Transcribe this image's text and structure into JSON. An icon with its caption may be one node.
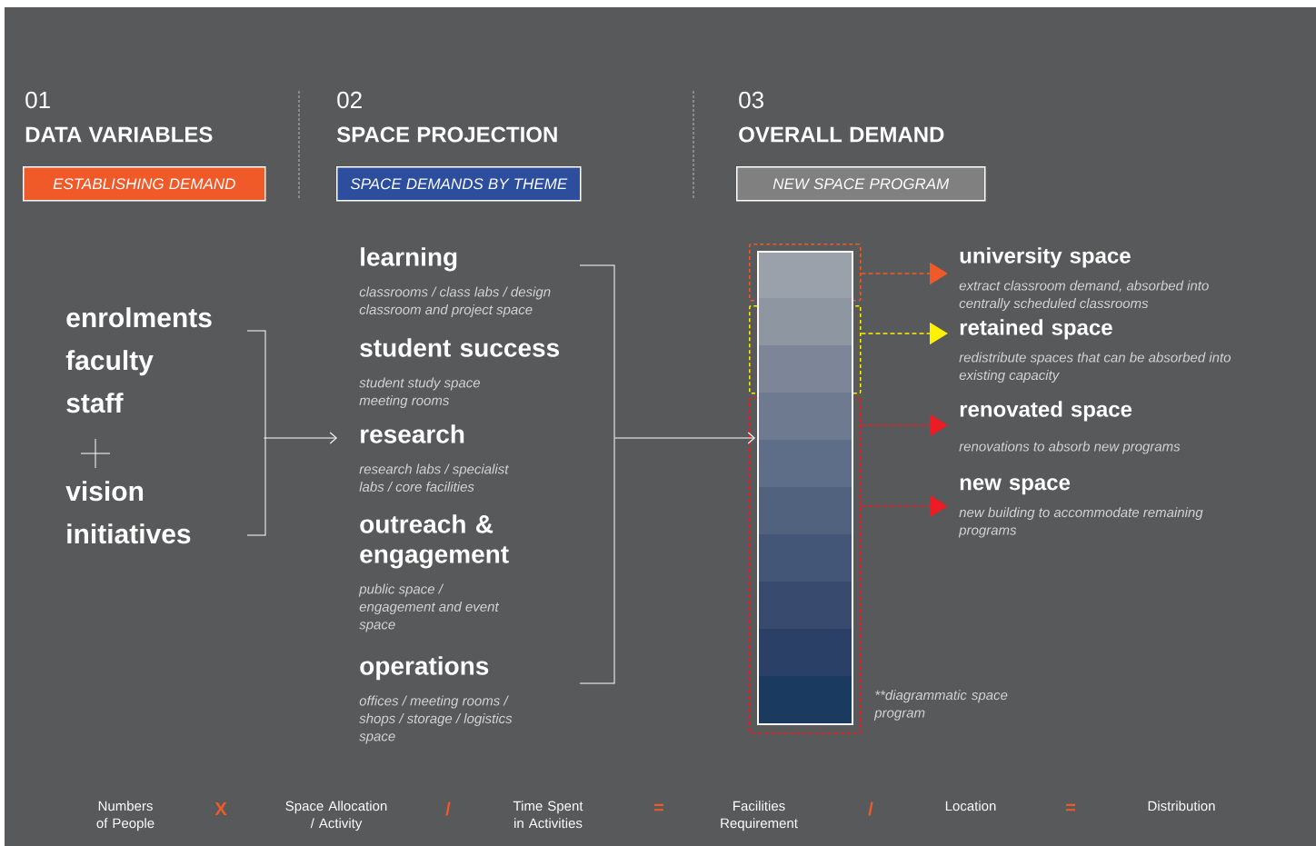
{
  "diagram": {
    "nodes": [
      {
        "text": [
          "ESTABLISHING DEMAND"
        ]
      },
      {
        "text": [
          "SPACE DEMANDS BY THEME"
        ]
      },
      {
        "text": [
          "NEW SPACE PROGRAM"
        ]
      },
      {
        "text": [
          "enrolments",
          "faculty",
          "staff",
          "vision initiatives"
        ]
      },
      {
        "text": [
          "learning",
          "classrooms / class labs / design classroom and project space"
        ]
      },
      {
        "text": [
          "student success",
          "student study space meeting rooms"
        ]
      },
      {
        "text": [
          "research",
          "research labs / specialist labs / core facilities"
        ]
      },
      {
        "text": [
          "outreach & engagement",
          "public space / engagement and event space"
        ]
      },
      {
        "text": [
          "operations",
          "offices / meeting rooms / shops / storage / logistics space"
        ]
      },
      {
        "text": [],
        "shape": "box"
      },
      {
        "text": [],
        "shape": "box"
      },
      {
        "text": [],
        "shape": "box"
      },
      {
        "text": [],
        "shape": "bar",
        "beside": [
          "**diagrammatic space program"
        ]
      },
      {
        "text": [
          "university space",
          "extract classroom demand, absorbed into centrally scheduled classrooms"
        ]
      },
      {
        "text": [
          "retained space",
          "redistribute spaces that can be absorbed into existing capacity"
        ]
      },
      {
        "text": [
          "renovated space",
          "renovations to absorb new programs"
        ]
      },
      {
        "text": [
          "new space",
          "new building to accommodate remaining programs"
        ]
      },
      {
        "text": [],
        "shape": "bracket"
      }
    ],
    "edges": [
      {
        "from": 3,
        "to": 6,
        "arrow": "to"
      },
      {
        "from": 17,
        "to": 12,
        "arrow": "to"
      },
      {
        "from": 9,
        "to": 13,
        "arrow": "to",
        "style": "dashed",
        "color": "#f05a28"
      },
      {
        "from": 10,
        "to": 14,
        "arrow": "to",
        "style": "dashed",
        "color": "#fff200"
      },
      {
        "from": 11,
        "to": 15,
        "arrow": "to",
        "style": "dashed",
        "color": "#ed1c24"
      },
      {
        "from": 11,
        "to": 16,
        "arrow": "to",
        "style": "dashed",
        "color": "#ed1c24"
      }
    ],
    "labels": [
      "01",
      "DATA VARIABLES",
      "02",
      "SPACE PROJECTION",
      "03",
      "OVERALL DEMAND",
      "Numbers of People",
      "X",
      "Space Allocation / Activity",
      "/",
      "Time Spent in Activities",
      "=",
      "Facilities Requirement",
      "/",
      "Location",
      "=",
      "Distribution"
    ]
  }
}
